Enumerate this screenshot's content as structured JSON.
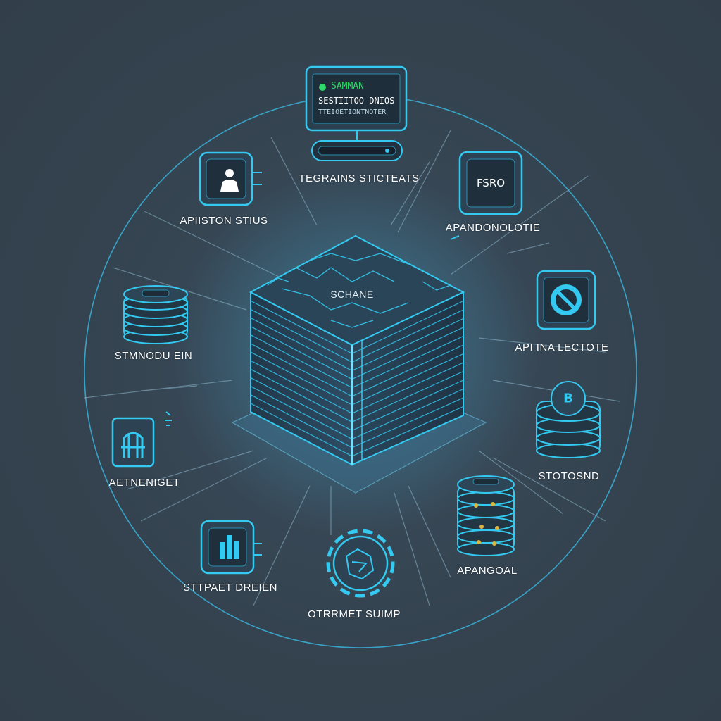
{
  "colors": {
    "background": "#34434f",
    "accent": "#33c9f0",
    "accent_dark": "#1a6f8f",
    "screen_green": "#2fd86a",
    "label": "#ffffff"
  },
  "monitor": {
    "line1": "SAMMAN",
    "line2": "SESTIITOO DNIOS",
    "line3": "TTEIOETIONTNOTER"
  },
  "core": {
    "label": "SCHANE"
  },
  "nodes": {
    "top": {
      "label": "TEGRAINS STICTEATS",
      "icon": "monitor-icon"
    },
    "top_left": {
      "label": "APIISTON STIUS",
      "icon": "user-icon"
    },
    "top_right": {
      "label": "APANDONOLOTIE",
      "icon": "tag-icon",
      "badge_text": "FSRO"
    },
    "left": {
      "label": "STMNODU EIN",
      "icon": "database-icon"
    },
    "right": {
      "label": "API INA LECTOTE",
      "icon": "blocked-icon"
    },
    "left_bottom": {
      "label": "AETNENIGET",
      "icon": "robot-icon"
    },
    "right_bottom": {
      "label": "STOTOSND",
      "icon": "bitcoin-stack-icon",
      "coin_text": "B"
    },
    "bottom_left": {
      "label": "STTPAET DREIEN",
      "icon": "chart-icon"
    },
    "bottom": {
      "label": "OTRRMET SUIMP",
      "icon": "gear-icon"
    },
    "bottom_right": {
      "label": "APANGOAL",
      "icon": "server-stack-icon"
    }
  }
}
